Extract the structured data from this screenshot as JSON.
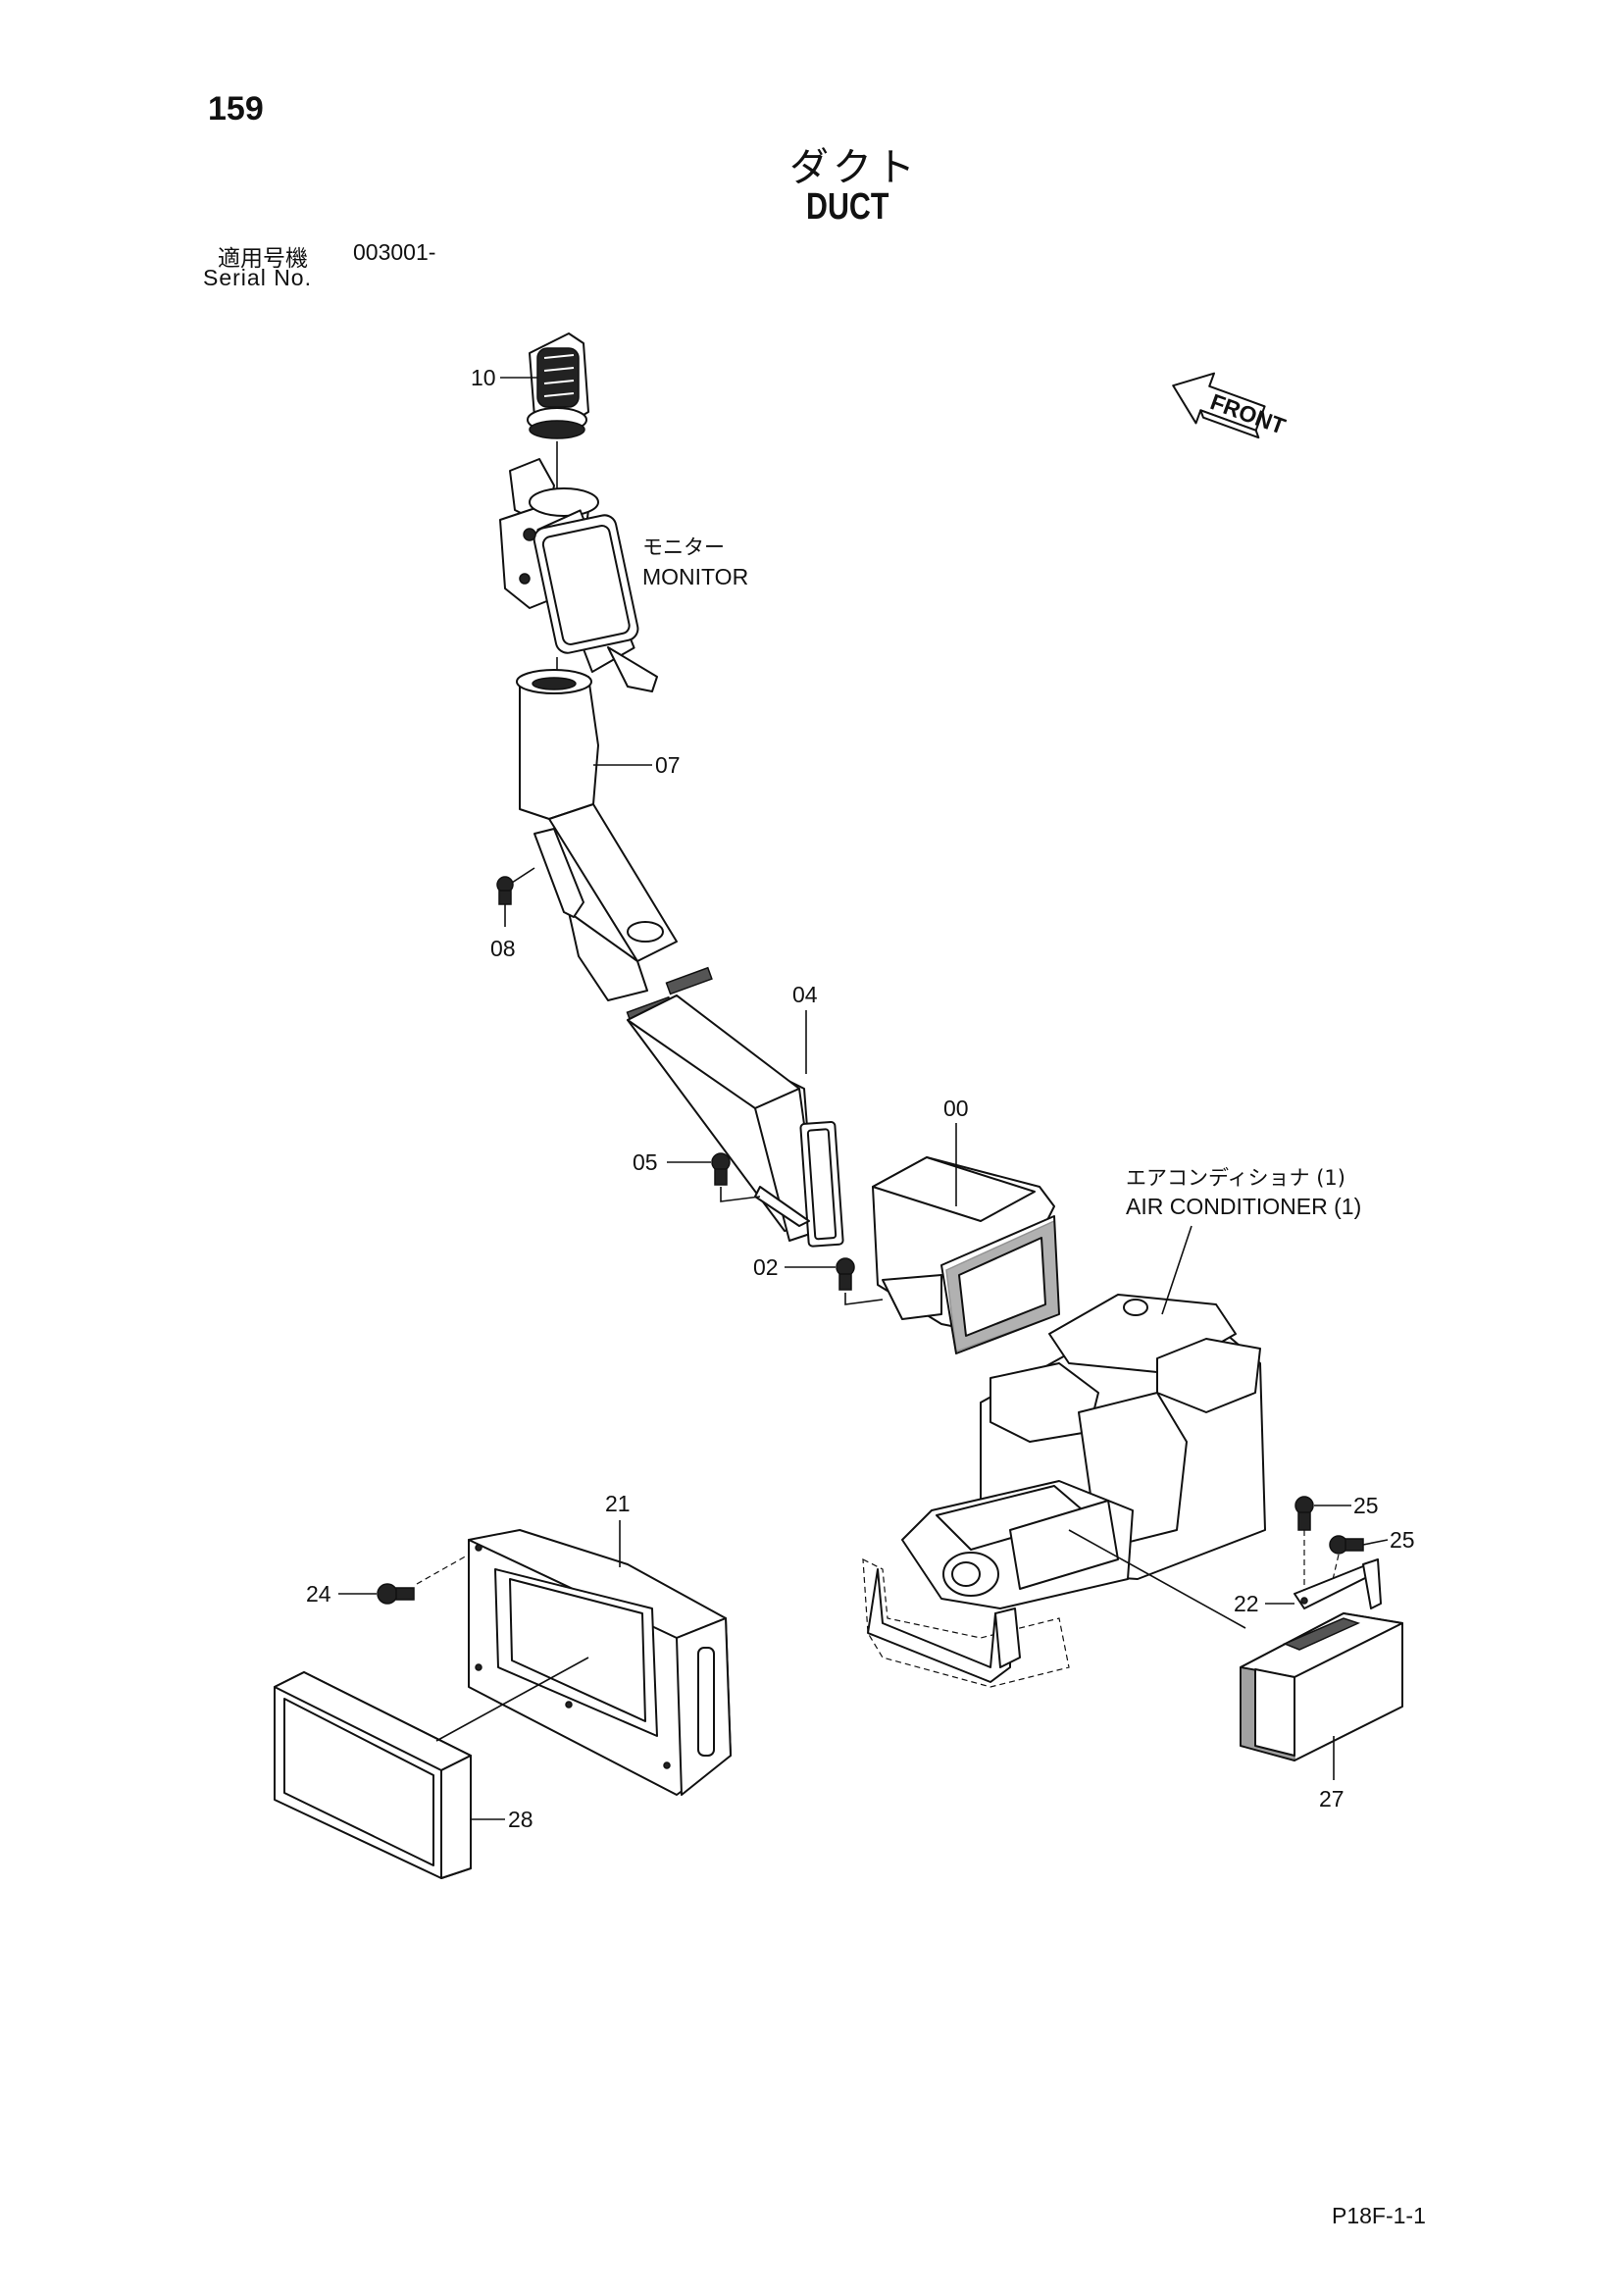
{
  "header": {
    "page_number": "159",
    "title_jp": "ダクト",
    "title_en": "DUCT",
    "serial_label_jp": "適用号機",
    "serial_value": "003001-",
    "serial_label_en": "Serial No."
  },
  "direction_marker": {
    "label": "FRONT",
    "icon": "front-arrow-icon"
  },
  "annotations": {
    "monitor_jp": "モニター",
    "monitor_en": "MONITOR",
    "aircon_jp": "エアコンディショナ (1)",
    "aircon_en": "AIR CONDITIONER (1)"
  },
  "callouts": {
    "p10": "10",
    "p07": "07",
    "p08": "08",
    "p04": "04",
    "p00": "00",
    "p05": "05",
    "p02": "02",
    "p21": "21",
    "p24": "24",
    "p28": "28",
    "p25a": "25",
    "p25b": "25",
    "p22": "22",
    "p27": "27"
  },
  "footer": {
    "page_code": "P18F-1-1"
  }
}
